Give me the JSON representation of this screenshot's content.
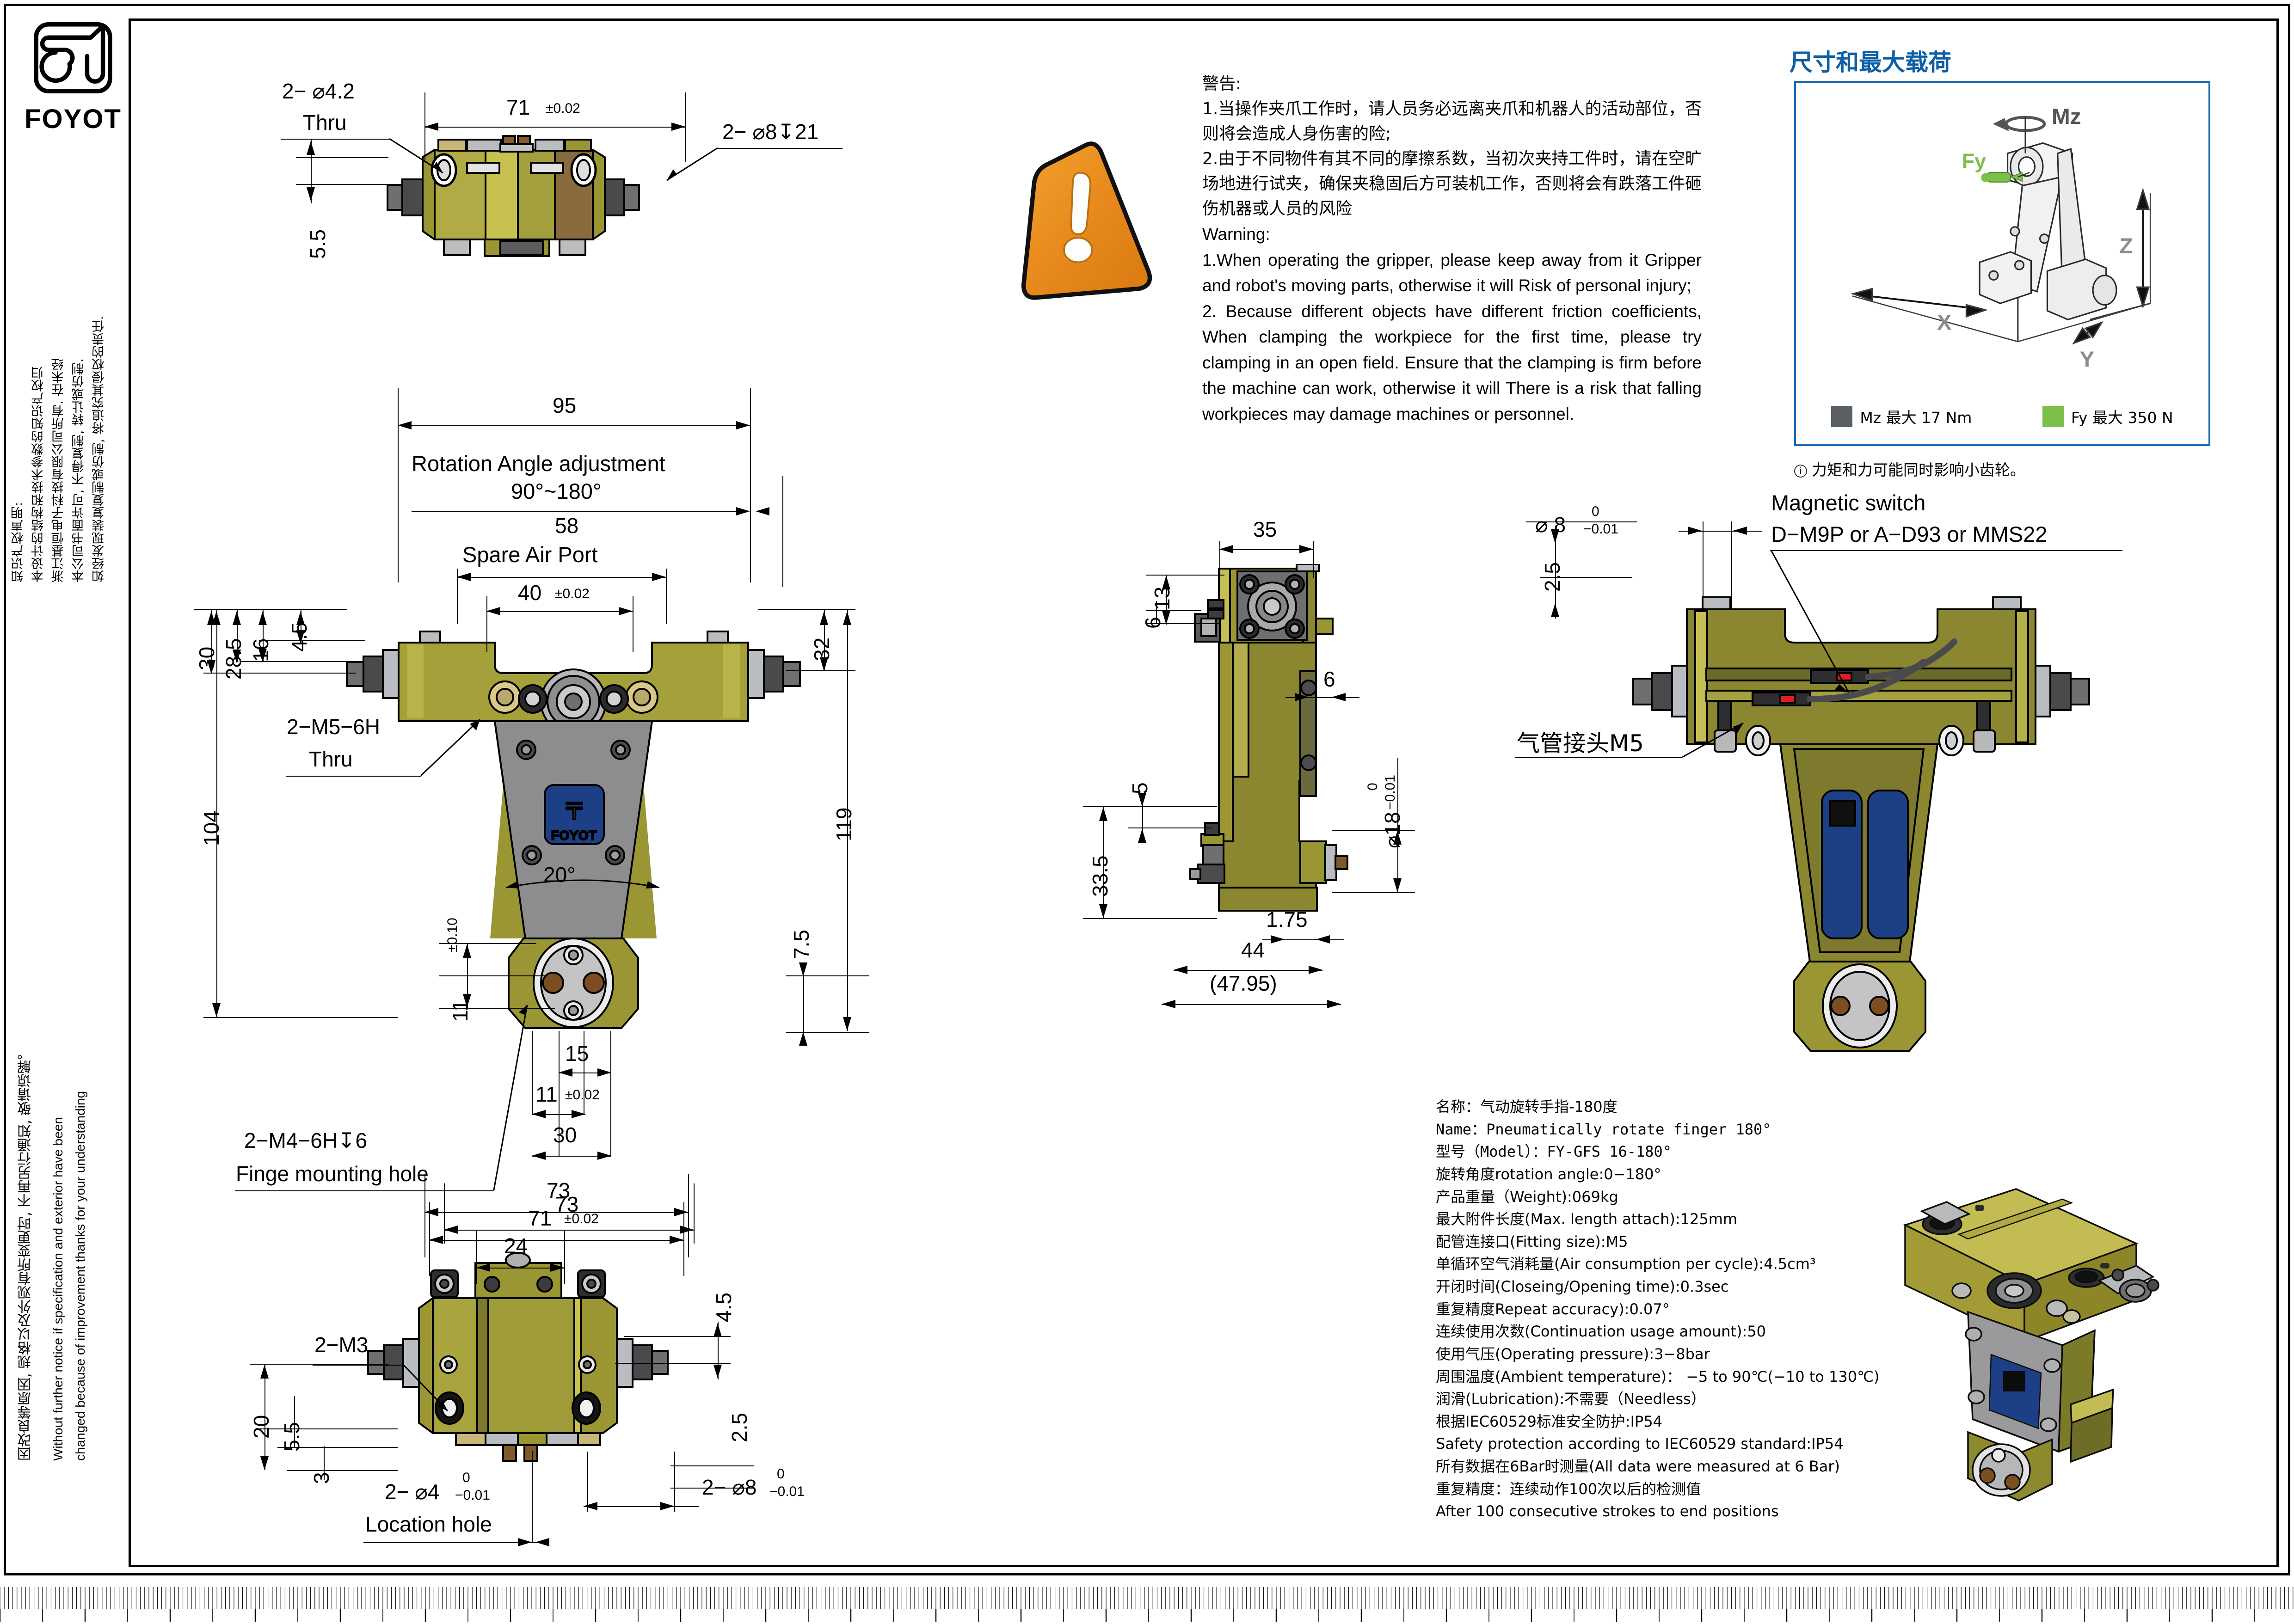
{
  "brand": {
    "name": "FOYOT",
    "logo_icon": "foyot-logo-icon"
  },
  "copyright_zh": "知识产权声明:\n本设计的结构和技术参数的知识产权归\n浙江基恒电子科技有限公司所有. 在未经\n本公司书面许可, 不得复制, 转让或仿制.\n如经发现装复复制或仿制, 将追究其侵权的责任.",
  "notice": {
    "zh": "因改良等原因, 规格以及外观有所变更时, 不再另行通知, 敬请谅解。",
    "en": "Without further notice if specification and exterior have been\nchanged because of improvement thanks for your understanding"
  },
  "warning": {
    "title_zh": "警告:",
    "zh_1": "1.当操作夹爪工作时，请人员务必远离夹爪和机器人的活动部位，否则将会造成人身伤害的险;",
    "zh_2": "2.由于不同物件有其不同的摩擦系数，当初次夹持工件时，请在空旷场地进行试夹，确保夹稳固后方可装机工作，否则将会有跌落工件砸伤机器或人员的风险",
    "title_en": "Warning:",
    "en_1": "1.When operating the gripper, please keep away from it Gripper and robot's moving parts, otherwise it will Risk of personal injury;",
    "en_2": "2. Because different objects have different friction coefficients, When clamping the workpiece for the first time, please try clamping in an open field. Ensure that the clamping is firm before the machine can work, otherwise it will There is a risk that falling workpieces may damage machines or personnel.",
    "icon": "warning-triangle-icon"
  },
  "load_diagram": {
    "title": "尺寸和最大载荷",
    "axes": {
      "x": "X",
      "y": "Y",
      "z": "Z",
      "moment": "Mz",
      "force": "Fy"
    },
    "legend": [
      {
        "symbol": "Mz",
        "label": "Mz  最大  17 Nm",
        "color": "#5a5f63"
      },
      {
        "symbol": "Fy",
        "label": "Fy  最大  350 N",
        "color": "#7cbf4a"
      }
    ],
    "note": "力矩和力可能同时影响小齿轮。"
  },
  "views": {
    "top_view": {
      "name": "top-view",
      "callout_left": "2− ⌀4.2",
      "callout_left_2": "Thru",
      "callout_right": "2− ⌀8↧21",
      "dim_width": "71",
      "dim_width_tol": "±0.02",
      "dim_height": "5.5"
    },
    "front_view": {
      "name": "front-view",
      "dim_95": "95",
      "label_rotation": "Rotation Angle adjustment",
      "label_rotation_range": "90°~180°",
      "dim_58": "58",
      "label_spare_air_port": "Spare Air Port",
      "dim_40": "40",
      "dim_40_tol": "±0.02",
      "dim_30": "30",
      "dim_285": "28.5",
      "dim_16": "16",
      "dim_45": "4.5",
      "dim_32": "32",
      "dim_104": "104",
      "dim_119": "119",
      "dim_75": "7.5",
      "callout_m5": "2−M5−6H",
      "callout_m5_2": "Thru",
      "angle_20": "20°",
      "tol_010": "±0.10",
      "dim_11a": "11",
      "dim_15": "15",
      "dim_11b": "11",
      "dim_11b_tol": "±0.02",
      "dim_30b": "30",
      "callout_m4": "2−M4−6H↧6",
      "callout_m4_2": "Finge mounting hole",
      "dim_73": "73",
      "badge": "FOYOT"
    },
    "side_view": {
      "name": "side-view",
      "dim_35": "35",
      "dim_13": "13",
      "dim_6a": "6",
      "dim_6b": "6",
      "dim_5": "5",
      "dim_335": "33.5",
      "dim_d18": "⌀18",
      "dim_d18_upper": "0",
      "dim_d18_lower": "−0.01",
      "dim_175": "1.75",
      "dim_44": "44",
      "dim_4795": "(47.95)"
    },
    "rear_view": {
      "name": "rear-view",
      "dim_d8": "⌀ 8",
      "dim_d8_upper": "0",
      "dim_d8_lower": "−0.01",
      "dim_25": "2.5",
      "callout_magnetic_1": "Magnetic switch",
      "callout_magnetic_2": "D−M9P  or  A−D93  or  MMS22",
      "callout_air_fitting": "气管接头M5"
    },
    "bottom_view": {
      "name": "bottom-view",
      "dim_73": "73",
      "dim_71": "71",
      "dim_71_tol": "±0.02",
      "dim_24": "24",
      "dim_45": "4.5",
      "dim_20": "20",
      "dim_55": "5.5",
      "dim_3": "3",
      "dim_25": "2.5",
      "callout_m3": "2−M3",
      "callout_d4": "2− ⌀4",
      "callout_d4_upper": "0",
      "callout_d4_lower": "−0.01",
      "callout_location_hole": "Location hole",
      "callout_d8": "2− ⌀8",
      "callout_d8_upper": "0",
      "callout_d8_lower": "−0.01"
    },
    "iso_view": {
      "name": "isometric-view"
    }
  },
  "spec": {
    "lines": [
      {
        "text": "名称：气动旋转手指-180度",
        "mono": false
      },
      {
        "text": "Name：Pneumatically rotate finger 180°",
        "mono": true
      },
      {
        "text": "型号（Model）：FY-GFS 16-180°",
        "mono": true
      },
      {
        "text": "旋转角度rotation angle:0−180°",
        "mono": false
      },
      {
        "text": "产品重量（Weight):069kg",
        "mono": false
      },
      {
        "text": "最大附件长度(Max. length attach):125mm",
        "mono": false
      },
      {
        "text": "配管连接口(Fitting size):M5",
        "mono": false
      },
      {
        "text": "单循环空气消耗量(Air consumption per cycle):4.5cm³",
        "mono": false
      },
      {
        "text": "开闭时间(Closeing/Opening time):0.3sec",
        "mono": false
      },
      {
        "text": "重复精度Repeat accuracy):0.07°",
        "mono": false
      },
      {
        "text": "连续使用次数(Continuation usage amount):50",
        "mono": false
      },
      {
        "text": "使用气压(Operating pressure):3−8bar",
        "mono": false
      },
      {
        "text": "周围温度(Ambient temperature)： −5 to 90℃(−10 to 130℃)",
        "mono": false
      },
      {
        "text": "润滑(Lubrication):不需要（Needless）",
        "mono": false
      },
      {
        "text": "根据IEC60529标准安全防护:IP54",
        "mono": false
      },
      {
        "text": "Safety protection according to IEC60529 standard:IP54",
        "mono": false
      },
      {
        "text": "所有数据在6Bar时测量(All data were measured at 6 Bar)",
        "mono": false
      },
      {
        "text": "重复精度：连续动作100次以后的检测值",
        "mono": false
      },
      {
        "text": "After 100 consecutive strokes to end positions",
        "mono": false
      }
    ]
  }
}
